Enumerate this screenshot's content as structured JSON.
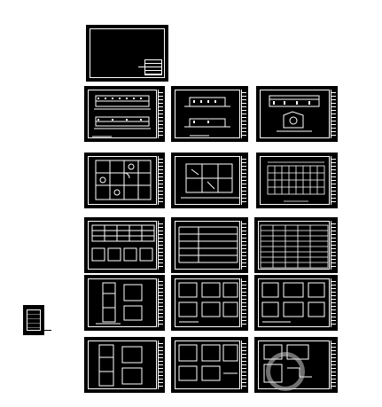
{
  "window": {
    "title": ""
  },
  "cover": {
    "icon": "title-block-icon"
  },
  "sheets": [
    {
      "id": "s1",
      "icon": "elevation-drawing-icon"
    },
    {
      "id": "s2",
      "icon": "elevation-drawing-icon"
    },
    {
      "id": "s3",
      "icon": "section-drawing-icon"
    },
    {
      "id": "s4",
      "icon": "floor-plan-icon"
    },
    {
      "id": "s5",
      "icon": "floor-plan-icon"
    },
    {
      "id": "s6",
      "icon": "grid-plan-icon"
    },
    {
      "id": "s7",
      "icon": "schedule-table-icon"
    },
    {
      "id": "s8",
      "icon": "schedule-table-icon"
    },
    {
      "id": "s9",
      "icon": "schedule-table-icon"
    },
    {
      "id": "s10",
      "icon": "detail-drawing-icon"
    },
    {
      "id": "s11",
      "icon": "detail-drawing-icon"
    },
    {
      "id": "s12",
      "icon": "detail-drawing-icon"
    },
    {
      "id": "s13",
      "icon": "detail-drawing-icon"
    },
    {
      "id": "s14",
      "icon": "detail-drawing-icon"
    },
    {
      "id": "s15",
      "icon": "detail-drawing-icon"
    }
  ],
  "thumbnail": {
    "icon": "sheet-thumbnail-icon"
  },
  "watermark": {
    "icon": "watermark-seal-icon",
    "colors": {
      "seal": "#cfcfcf"
    }
  },
  "colors": {
    "sheet_bg": "#000000",
    "line": "#ffffff",
    "canvas": "#ffffff"
  }
}
